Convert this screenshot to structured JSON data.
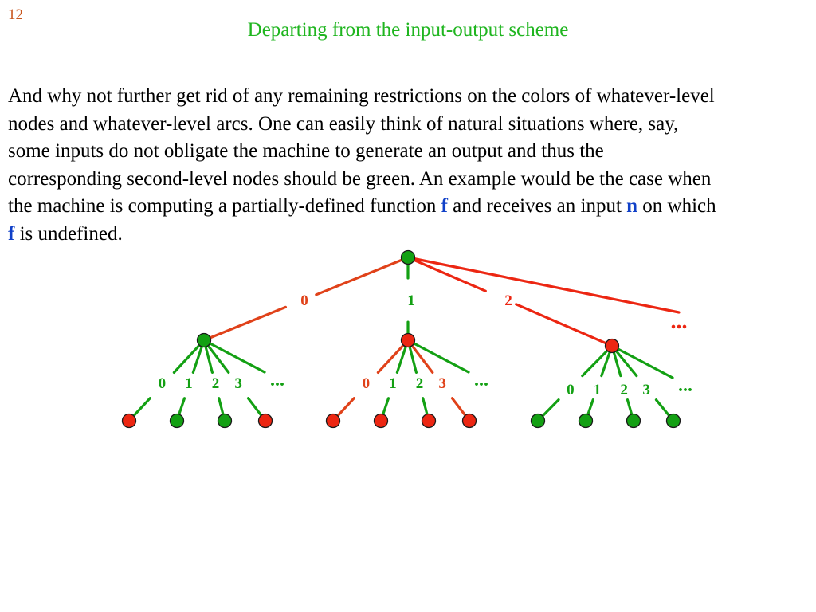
{
  "slide": {
    "number": "12",
    "title": "Departing from the input-output scheme"
  },
  "body": {
    "line1": "And why not further get rid of any remaining restrictions on the colors of whatever-level",
    "line2": "nodes and whatever-level arcs.  One can easily think of natural situations where, say,",
    "line3": "some inputs do not obligate the machine to generate an output and thus the",
    "line4": "corresponding second-level nodes should be green. An example would be the case when",
    "line5_a": "the machine is computing a partially-defined function ",
    "line5_f": "f",
    "line5_b": " and receives an input ",
    "line5_n": "n",
    "line5_c": " on which",
    "line6_f": "f",
    "line6_b": " is undefined."
  },
  "colors": {
    "green": "#13a013",
    "red": "#ec2612",
    "orange_red": "#e0421a",
    "title_green": "#1fb51f",
    "number_orange": "#c8561e",
    "variable_blue": "#1040c8"
  },
  "tree": {
    "root": {
      "color": "green"
    },
    "top_arcs": [
      {
        "label": "0",
        "color": "orange_red"
      },
      {
        "label": "1",
        "color": "green"
      },
      {
        "label": "2",
        "color": "red"
      },
      {
        "label": "",
        "color": "red"
      }
    ],
    "top_ellipsis": "...",
    "subtrees": [
      {
        "node_color": "green",
        "arcs": [
          {
            "label": "0",
            "color": "green",
            "child_color": "red"
          },
          {
            "label": "1",
            "color": "green",
            "child_color": "green"
          },
          {
            "label": "2",
            "color": "green",
            "child_color": "green"
          },
          {
            "label": "3",
            "color": "green",
            "child_color": "red"
          },
          {
            "label": "",
            "color": "green"
          }
        ],
        "ellipsis": "..."
      },
      {
        "node_color": "red",
        "arcs": [
          {
            "label": "0",
            "color": "orange_red",
            "child_color": "red"
          },
          {
            "label": "1",
            "color": "green",
            "child_color": "red"
          },
          {
            "label": "2",
            "color": "green",
            "child_color": "red"
          },
          {
            "label": "3",
            "color": "orange_red",
            "child_color": "red"
          },
          {
            "label": "",
            "color": "green"
          }
        ],
        "ellipsis": "..."
      },
      {
        "node_color": "red",
        "arcs": [
          {
            "label": "0",
            "color": "green",
            "child_color": "green"
          },
          {
            "label": "1",
            "color": "green",
            "child_color": "green"
          },
          {
            "label": "2",
            "color": "green",
            "child_color": "green"
          },
          {
            "label": "3",
            "color": "green",
            "child_color": "green"
          },
          {
            "label": "",
            "color": "green"
          }
        ],
        "ellipsis": "..."
      }
    ]
  }
}
